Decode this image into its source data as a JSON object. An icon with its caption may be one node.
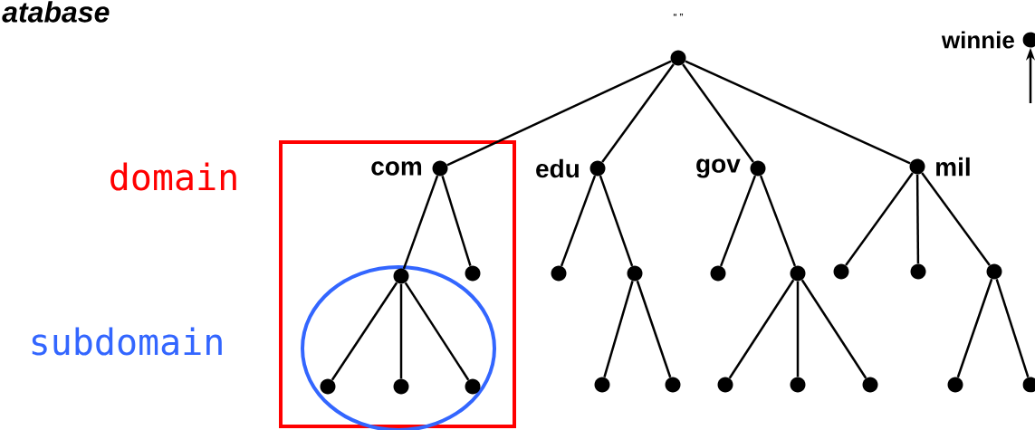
{
  "diagram": {
    "title": "atabase",
    "labels": [
      "“ ”"
    ],
    "nodes": [
      {
        "text": [],
        "shape": "circle"
      },
      {
        "text": [],
        "shape": "circle",
        "beside": [
          "winnie"
        ]
      },
      {
        "text": [],
        "shape": "box",
        "beside": [
          "domain"
        ]
      },
      {
        "text": [],
        "shape": "circle",
        "beside": [
          "com"
        ],
        "in": 2
      },
      {
        "text": [],
        "shape": "circle",
        "beside": [
          "edu"
        ]
      },
      {
        "text": [],
        "shape": "circle",
        "beside": [
          "gov"
        ]
      },
      {
        "text": [],
        "shape": "circle",
        "beside": [
          "mil"
        ]
      },
      {
        "text": [],
        "shape": "ellipse",
        "beside": [
          "subdomain"
        ],
        "in": 2
      },
      {
        "text": [],
        "shape": "circle",
        "in": 7
      },
      {
        "text": [],
        "shape": "circle",
        "in": 2
      },
      {
        "text": [],
        "shape": "circle"
      },
      {
        "text": [],
        "shape": "circle"
      },
      {
        "text": [],
        "shape": "circle"
      },
      {
        "text": [],
        "shape": "circle"
      },
      {
        "text": [],
        "shape": "circle"
      },
      {
        "text": [],
        "shape": "circle"
      },
      {
        "text": [],
        "shape": "circle"
      },
      {
        "text": [],
        "shape": "circle",
        "in": 7
      },
      {
        "text": [],
        "shape": "circle",
        "in": 7
      },
      {
        "text": [],
        "shape": "circle",
        "in": 7
      },
      {
        "text": [],
        "shape": "circle"
      },
      {
        "text": [],
        "shape": "circle"
      },
      {
        "text": [],
        "shape": "circle"
      },
      {
        "text": [],
        "shape": "circle"
      },
      {
        "text": [],
        "shape": "circle"
      },
      {
        "text": [],
        "shape": "circle"
      },
      {
        "text": [],
        "shape": "circle"
      }
    ],
    "edges": [
      {
        "from": 0,
        "to": 3,
        "arrow": "none"
      },
      {
        "from": 0,
        "to": 4,
        "arrow": "none"
      },
      {
        "from": 0,
        "to": 5,
        "arrow": "none"
      },
      {
        "from": 0,
        "to": 6,
        "arrow": "none"
      },
      {
        "from": 3,
        "to": 8,
        "arrow": "none"
      },
      {
        "from": 3,
        "to": 9,
        "arrow": "none"
      },
      {
        "from": 4,
        "to": 10,
        "arrow": "none"
      },
      {
        "from": 4,
        "to": 11,
        "arrow": "none"
      },
      {
        "from": 5,
        "to": 12,
        "arrow": "none"
      },
      {
        "from": 5,
        "to": 13,
        "arrow": "none"
      },
      {
        "from": 6,
        "to": 14,
        "arrow": "none"
      },
      {
        "from": 6,
        "to": 15,
        "arrow": "none"
      },
      {
        "from": 6,
        "to": 16,
        "arrow": "none"
      },
      {
        "from": 8,
        "to": 17,
        "arrow": "none"
      },
      {
        "from": 8,
        "to": 18,
        "arrow": "none"
      },
      {
        "from": 8,
        "to": 19,
        "arrow": "none"
      },
      {
        "from": 11,
        "to": 20,
        "arrow": "none"
      },
      {
        "from": 11,
        "to": 21,
        "arrow": "none"
      },
      {
        "from": 13,
        "to": 22,
        "arrow": "none"
      },
      {
        "from": 13,
        "to": 23,
        "arrow": "none"
      },
      {
        "from": 13,
        "to": 24,
        "arrow": "none"
      },
      {
        "from": 16,
        "to": 25,
        "arrow": "none"
      },
      {
        "from": 16,
        "to": 26,
        "arrow": "none"
      },
      {
        "from": null,
        "to": 1,
        "arrow": "to"
      }
    ]
  }
}
